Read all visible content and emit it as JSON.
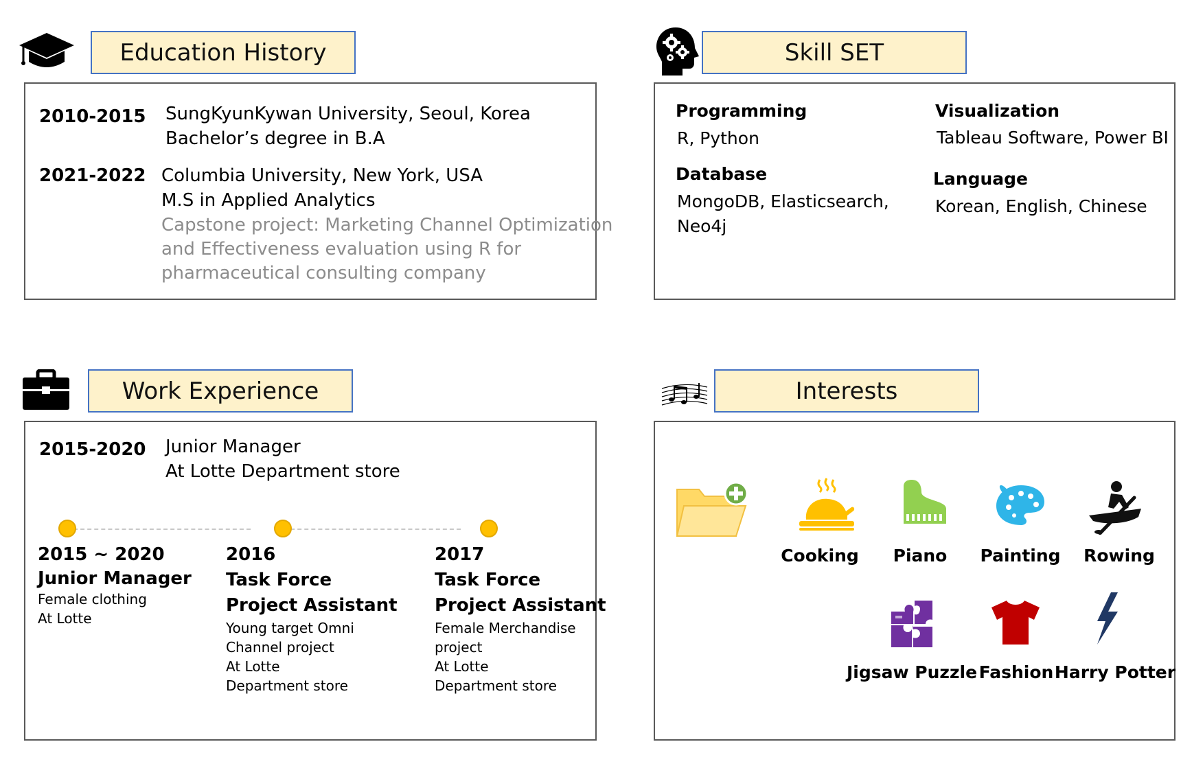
{
  "education": {
    "title": "Education History",
    "entries": [
      {
        "years": "2010-2015",
        "lines": [
          "SungKyunKywan University, Seoul, Korea",
          "Bachelor’s degree in B.A"
        ]
      },
      {
        "years": "2021-2022",
        "lines": [
          "Columbia University, New York, USA",
          "M.S in Applied Analytics"
        ],
        "note": [
          "Capstone project: Marketing Channel Optimization",
          "and Effectiveness evaluation using R for",
          "pharmaceutical consulting company"
        ]
      }
    ]
  },
  "skills": {
    "title": "Skill SET",
    "programming": {
      "label": "Programming",
      "value": "R, Python"
    },
    "visualization": {
      "label": "Visualization",
      "value": "Tableau Software, Power BI"
    },
    "database": {
      "label": "Database",
      "lines": [
        "MongoDB, Elasticsearch,",
        "Neo4j"
      ]
    },
    "language": {
      "label": "Language",
      "value": "Korean, English, Chinese"
    }
  },
  "work": {
    "title": "Work Experience",
    "years": "2015-2020",
    "lines": [
      "Junior Manager",
      "At Lotte Department store"
    ],
    "timeline": [
      {
        "heading": [
          "2015 ~ 2020",
          "Junior Manager"
        ],
        "details": [
          "Female clothing",
          "At Lotte"
        ]
      },
      {
        "heading": [
          "2016",
          "Task Force",
          "Project Assistant"
        ],
        "details": [
          "Young target Omni",
          "Channel project",
          "At Lotte",
          "Department store"
        ]
      },
      {
        "heading": [
          "2017",
          "Task Force",
          "Project Assistant"
        ],
        "details": [
          "Female Merchandise",
          "project",
          "At Lotte",
          "Department store"
        ]
      }
    ]
  },
  "interests": {
    "title": "Interests",
    "items": [
      {
        "label": "Cooking",
        "icon": "cooking-icon",
        "color": "#ffc000"
      },
      {
        "label": "Piano",
        "icon": "piano-icon",
        "color": "#92d050"
      },
      {
        "label": "Painting",
        "icon": "palette-icon",
        "color": "#2fb5e8"
      },
      {
        "label": "Rowing",
        "icon": "rowing-icon",
        "color": "#1a1a1a"
      },
      {
        "label": "Jigsaw Puzzle",
        "icon": "puzzle-icon",
        "color": "#7030a0"
      },
      {
        "label": "Fashion",
        "icon": "tshirt-icon",
        "color": "#c00000"
      },
      {
        "label": "Harry Potter",
        "icon": "lightning-icon",
        "color": "#203864"
      }
    ],
    "folder_color": "#ffd966"
  },
  "colors": {
    "title_fill": "#fef2cb",
    "title_border": "#4472c4",
    "panel_border": "#595959",
    "timeline_dot": "#ffc000",
    "note_gray": "#8c8c8c"
  }
}
